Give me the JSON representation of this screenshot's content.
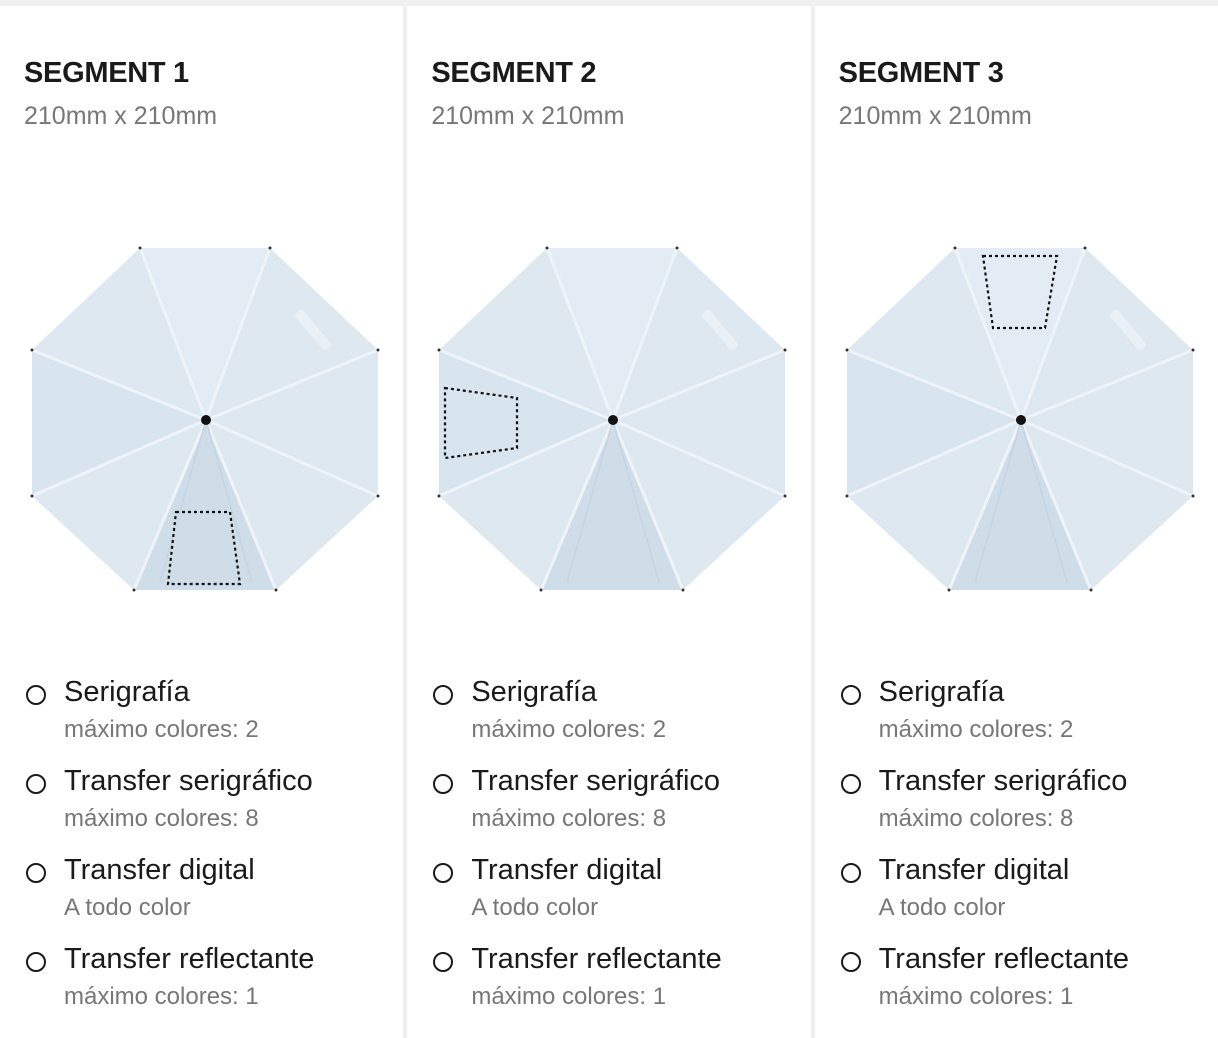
{
  "segments": [
    {
      "title": "SEGMENT 1",
      "size": "210mm x 210mm",
      "highlight": "bottom",
      "options": [
        {
          "label": "Serigrafía",
          "sub": "máximo colores: 2"
        },
        {
          "label": "Transfer serigráfico",
          "sub": "máximo colores: 8"
        },
        {
          "label": "Transfer digital",
          "sub": "A todo color"
        },
        {
          "label": "Transfer reflectante",
          "sub": "máximo colores: 1"
        }
      ]
    },
    {
      "title": "SEGMENT 2",
      "size": "210mm x 210mm",
      "highlight": "left",
      "options": [
        {
          "label": "Serigrafía",
          "sub": "máximo colores: 2"
        },
        {
          "label": "Transfer serigráfico",
          "sub": "máximo colores: 8"
        },
        {
          "label": "Transfer digital",
          "sub": "A todo color"
        },
        {
          "label": "Transfer reflectante",
          "sub": "máximo colores: 1"
        }
      ]
    },
    {
      "title": "SEGMENT 3",
      "size": "210mm x 210mm",
      "highlight": "top",
      "options": [
        {
          "label": "Serigrafía",
          "sub": "máximo colores: 2"
        },
        {
          "label": "Transfer serigráfico",
          "sub": "máximo colores: 8"
        },
        {
          "label": "Transfer digital",
          "sub": "A todo color"
        },
        {
          "label": "Transfer reflectante",
          "sub": "máximo colores: 1"
        }
      ]
    }
  ],
  "colors": {
    "canopy": "#dde8f1",
    "canopy_shade": "#cfdde9",
    "rib": "#eef4f9",
    "text_primary": "#1a1a1a",
    "text_secondary": "#777777"
  }
}
